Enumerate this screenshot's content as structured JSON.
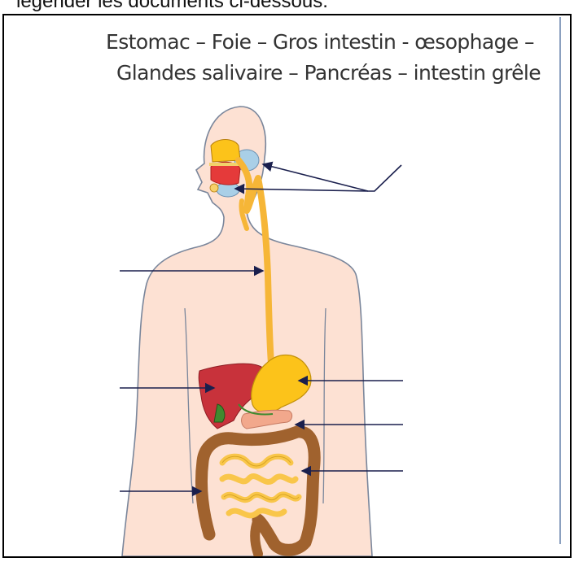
{
  "page": {
    "top_text": "légender les documents ci-dessous."
  },
  "word_bank": {
    "line1": "Estomac – Foie – Gros intestin - œsophage –",
    "line2": "Glandes salivaire – Pancréas – intestin grêle"
  },
  "colors": {
    "skin": "#fde1d3",
    "skin_outline": "#7a869b",
    "oesophagus": "#f6b637",
    "stomach": "#fcc31a",
    "liver": "#c8323b",
    "gallbladder": "#3f8a2f",
    "pancreas": "#f2a88c",
    "small_intestine": "#f9c64a",
    "large_intestine": "#a0622e",
    "salivary_glands": "#a9cfe7",
    "mouth": "#e53a3a",
    "arrow": "#1a1f4d",
    "right_border": "#8ba0bf"
  }
}
